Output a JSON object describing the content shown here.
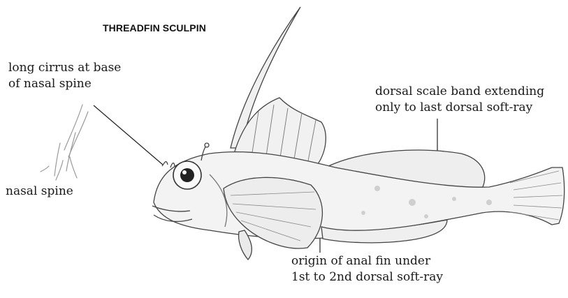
{
  "title": "THREADFIN SCULPIN",
  "labels": {
    "cirrus": [
      "long cirrus at base",
      "of nasal spine"
    ],
    "nasal_spine": "nasal spine",
    "dorsal_scale_band": [
      "dorsal scale band extending",
      "only to last dorsal soft-ray"
    ],
    "anal_fin": [
      "origin of anal fin under",
      "1st to 2nd  dorsal soft-ray"
    ]
  }
}
